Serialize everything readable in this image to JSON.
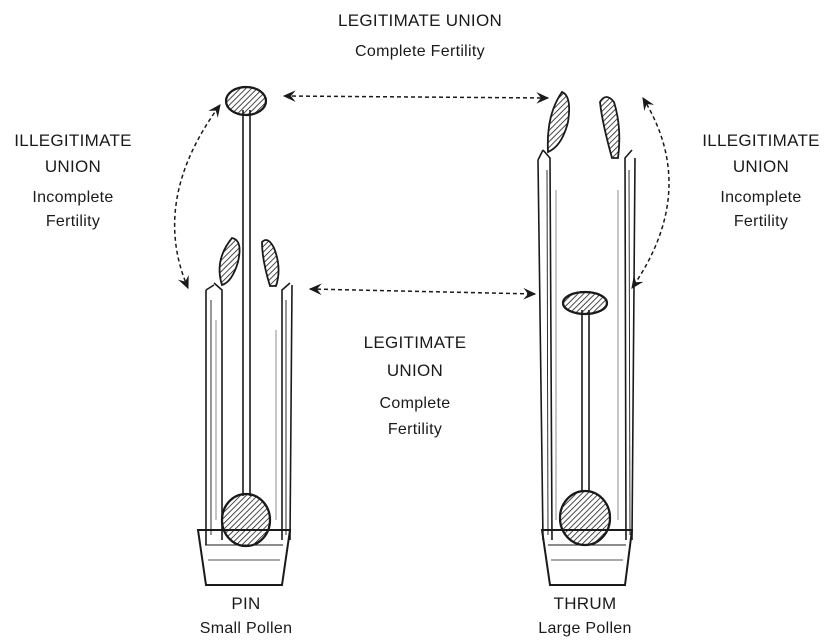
{
  "labels": {
    "top_legit": {
      "title": "LEGITIMATE UNION",
      "subtitle": "Complete Fertility"
    },
    "left_illegit": {
      "line1": "ILLEGITIMATE",
      "line2": "UNION",
      "line3": "Incomplete",
      "line4": "Fertility"
    },
    "right_illegit": {
      "line1": "ILLEGITIMATE",
      "line2": "UNION",
      "line3": "Incomplete",
      "line4": "Fertility"
    },
    "mid_legit": {
      "line1": "LEGITIMATE",
      "line2": "UNION",
      "line3": "Complete",
      "line4": "Fertility"
    },
    "pin": {
      "name": "PIN",
      "pollen": "Small Pollen"
    },
    "thrum": {
      "name": "THRUM",
      "pollen": "Large Pollen"
    }
  },
  "colors": {
    "ink": "#1a1a1a",
    "paper": "#ffffff"
  }
}
